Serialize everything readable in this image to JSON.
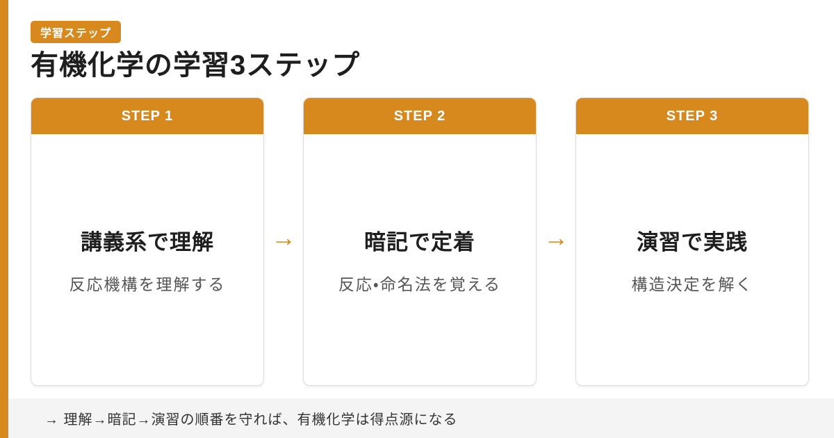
{
  "page": {
    "accent_color": "#d8891e",
    "background_color": "#ffffff",
    "footer_background_color": "#f4f4f4"
  },
  "header": {
    "badge_label": "学習ステップ",
    "title": "有機化学の学習3ステップ"
  },
  "steps": [
    {
      "label": "STEP 1",
      "title": "講義系で理解",
      "subtitle": "反応機構を理解する"
    },
    {
      "label": "STEP 2",
      "title": "暗記で定着",
      "subtitle": "反応・命名法を覚える"
    },
    {
      "label": "STEP 3",
      "title": "演習で実践",
      "subtitle": "構造決定を解く"
    }
  ],
  "arrow": {
    "glyph": "→"
  },
  "footer": {
    "text": "→ 理解→暗記→演習の順番を守れば、有機化学は得点源になる"
  }
}
